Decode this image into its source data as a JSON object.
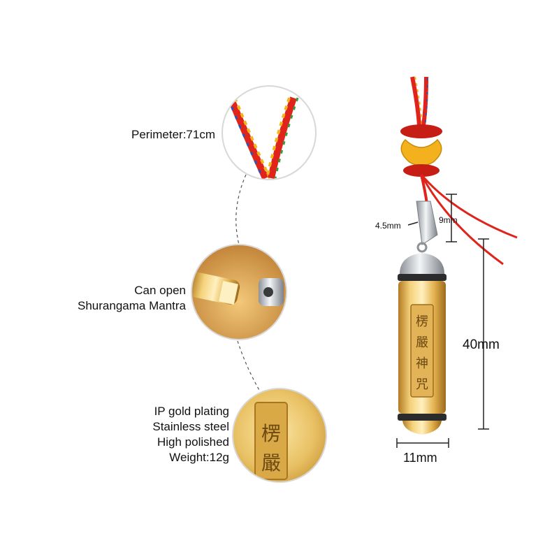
{
  "captions": {
    "perimeter": "Perimeter:71cm",
    "can_open_line1": "Can open",
    "can_open_line2": "Shurangama Mantra",
    "material_line1": "IP gold plating",
    "material_line2": "Stainless steel",
    "material_line3": "High polished",
    "material_line4": "Weight:12g"
  },
  "dimensions": {
    "bail_width": "4.5mm",
    "bail_height": "9mm",
    "body_length": "40mm",
    "body_width": "11mm"
  },
  "colors": {
    "gold": "#d8a640",
    "gold_light": "#f6dc93",
    "steel": "#c9cdd2",
    "cord_red": "#e0241b",
    "cord_yellow": "#f2b61a",
    "cord_blue": "#2a56b8",
    "cord_green": "#3a9a3a"
  }
}
